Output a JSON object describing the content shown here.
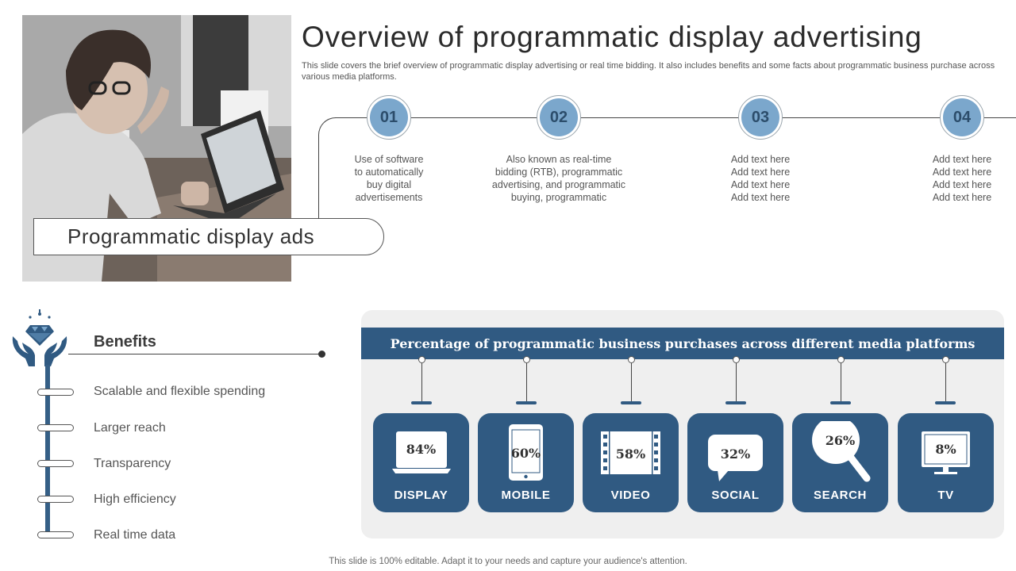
{
  "title": "Overview of programmatic display advertising",
  "subtitle": "This slide covers the brief overview of programmatic display advertising or real time bidding. It also includes benefits and some facts about programmatic business purchase across various media platforms.",
  "photo_label": "Programmatic display ads",
  "steps": [
    {
      "num": "01",
      "text": "Use of software\nto automatically\nbuy digital\nadvertisements"
    },
    {
      "num": "02",
      "text": "Also known as real-time\nbidding (RTB), programmatic\nadvertising, and programmatic\nbuying, programmatic"
    },
    {
      "num": "03",
      "text": "Add text here\nAdd text here\nAdd text here\nAdd text here"
    },
    {
      "num": "04",
      "text": "Add text here\nAdd text here\nAdd text here\nAdd text here"
    }
  ],
  "benefits": {
    "title": "Benefits",
    "items": [
      "Scalable and flexible spending",
      "Larger reach",
      "Transparency",
      "High efficiency",
      "Real time data"
    ]
  },
  "media_panel": {
    "heading": "Percentage of programmatic  business  purchases across different media platforms",
    "platforms": [
      {
        "label": "DISPLAY",
        "percent": "84%",
        "icon": "laptop-icon"
      },
      {
        "label": "MOBILE",
        "percent": "60%",
        "icon": "smartphone-icon"
      },
      {
        "label": "VIDEO",
        "percent": "58%",
        "icon": "film-strip-icon"
      },
      {
        "label": "SOCIAL",
        "percent": "32%",
        "icon": "speech-bubble-icon"
      },
      {
        "label": "SEARCH",
        "percent": "26%",
        "icon": "magnifier-icon"
      },
      {
        "label": "TV",
        "percent": "8%",
        "icon": "monitor-icon"
      }
    ]
  },
  "footer": "This slide is 100% editable. Adapt it to your needs and capture your audience's attention.",
  "colors": {
    "accent_dark": "#305a82",
    "accent_light": "#7ba7cc",
    "panel_bg": "#efefef"
  }
}
